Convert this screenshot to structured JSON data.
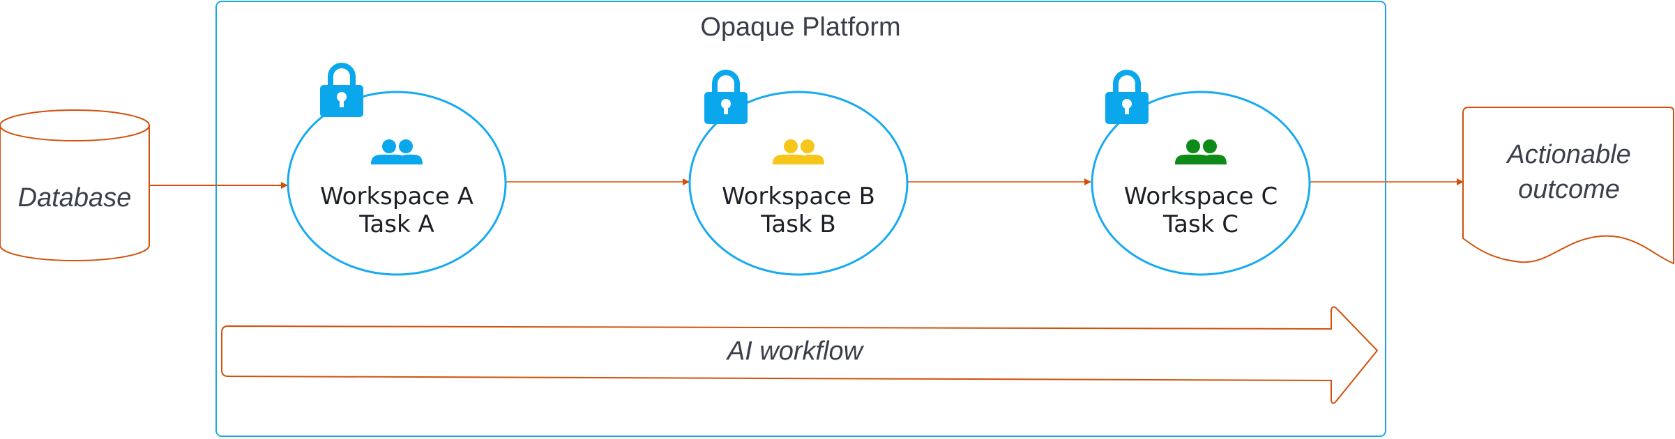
{
  "platform": {
    "title": "Opaque Platform"
  },
  "source": {
    "label": "Database"
  },
  "workspaces": [
    {
      "name": "Workspace A",
      "task": "Task A",
      "icon": "users-icon",
      "icon_color": "#0aa7ec"
    },
    {
      "name": "Workspace B",
      "task": "Task B",
      "icon": "users-icon",
      "icon_color": "#f7c61b"
    },
    {
      "name": "Workspace C",
      "task": "Task C",
      "icon": "users-icon",
      "icon_color": "#0d8a17"
    }
  ],
  "workflow": {
    "label": "AI workflow"
  },
  "output": {
    "line1": "Actionable",
    "line2": "outcome"
  },
  "colors": {
    "platform_border": "#1aa9e6",
    "workspace_border": "#16aaf0",
    "lock": "#0aa7ec",
    "connector": "#d2500a",
    "text": "#3a3f4b"
  }
}
